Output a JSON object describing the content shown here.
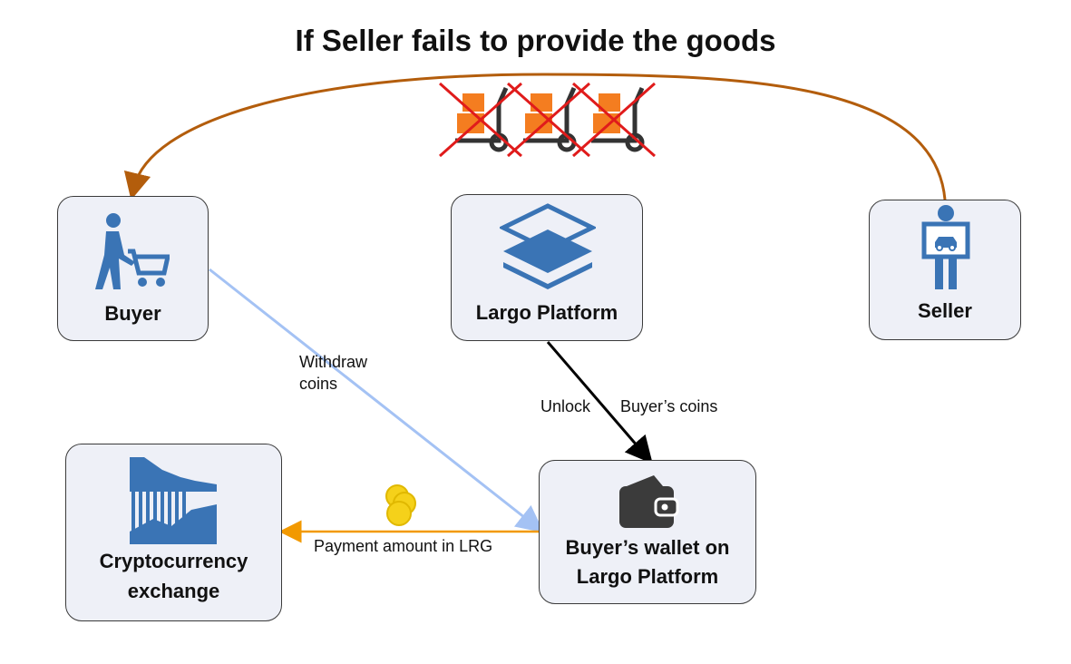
{
  "title": "If Seller fails to provide the goods",
  "nodes": {
    "buyer": {
      "label": "Buyer",
      "icon": "person-with-shopping-cart-icon"
    },
    "platform": {
      "label": "Largo Platform",
      "icon": "layers-icon"
    },
    "seller": {
      "label": "Seller",
      "icon": "person-holding-car-sign-icon"
    },
    "exchange": {
      "label_line1": "Cryptocurrency",
      "label_line2": "exchange",
      "icon": "falling-chart-icon"
    },
    "wallet": {
      "label_line1": "Buyer’s wallet on",
      "label_line2": "Largo Platform",
      "icon": "wallet-icon"
    }
  },
  "edges": {
    "withdraw": {
      "label_line1": "Withdraw",
      "label_line2": "coins"
    },
    "unlock": {
      "label_left": "Unlock",
      "label_right": "Buyer’s coins"
    },
    "payment": {
      "label": "Payment amount in LRG"
    }
  },
  "decorations": {
    "crossed_carts": 3,
    "coins_icon": "coins-icon",
    "cart_icon": "hand-truck-icon",
    "cross_icon": "red-x-icon"
  },
  "colors": {
    "node_fill": "#eef0f7",
    "icon_blue": "#3a74b5",
    "return_arrow": "#b35d0c",
    "withdraw_arrow": "#a4c2f4",
    "payment_arrow": "#f29900",
    "cross_red": "#e01b1b",
    "box_orange": "#f47d20",
    "coin_yellow": "#f5d11a"
  }
}
